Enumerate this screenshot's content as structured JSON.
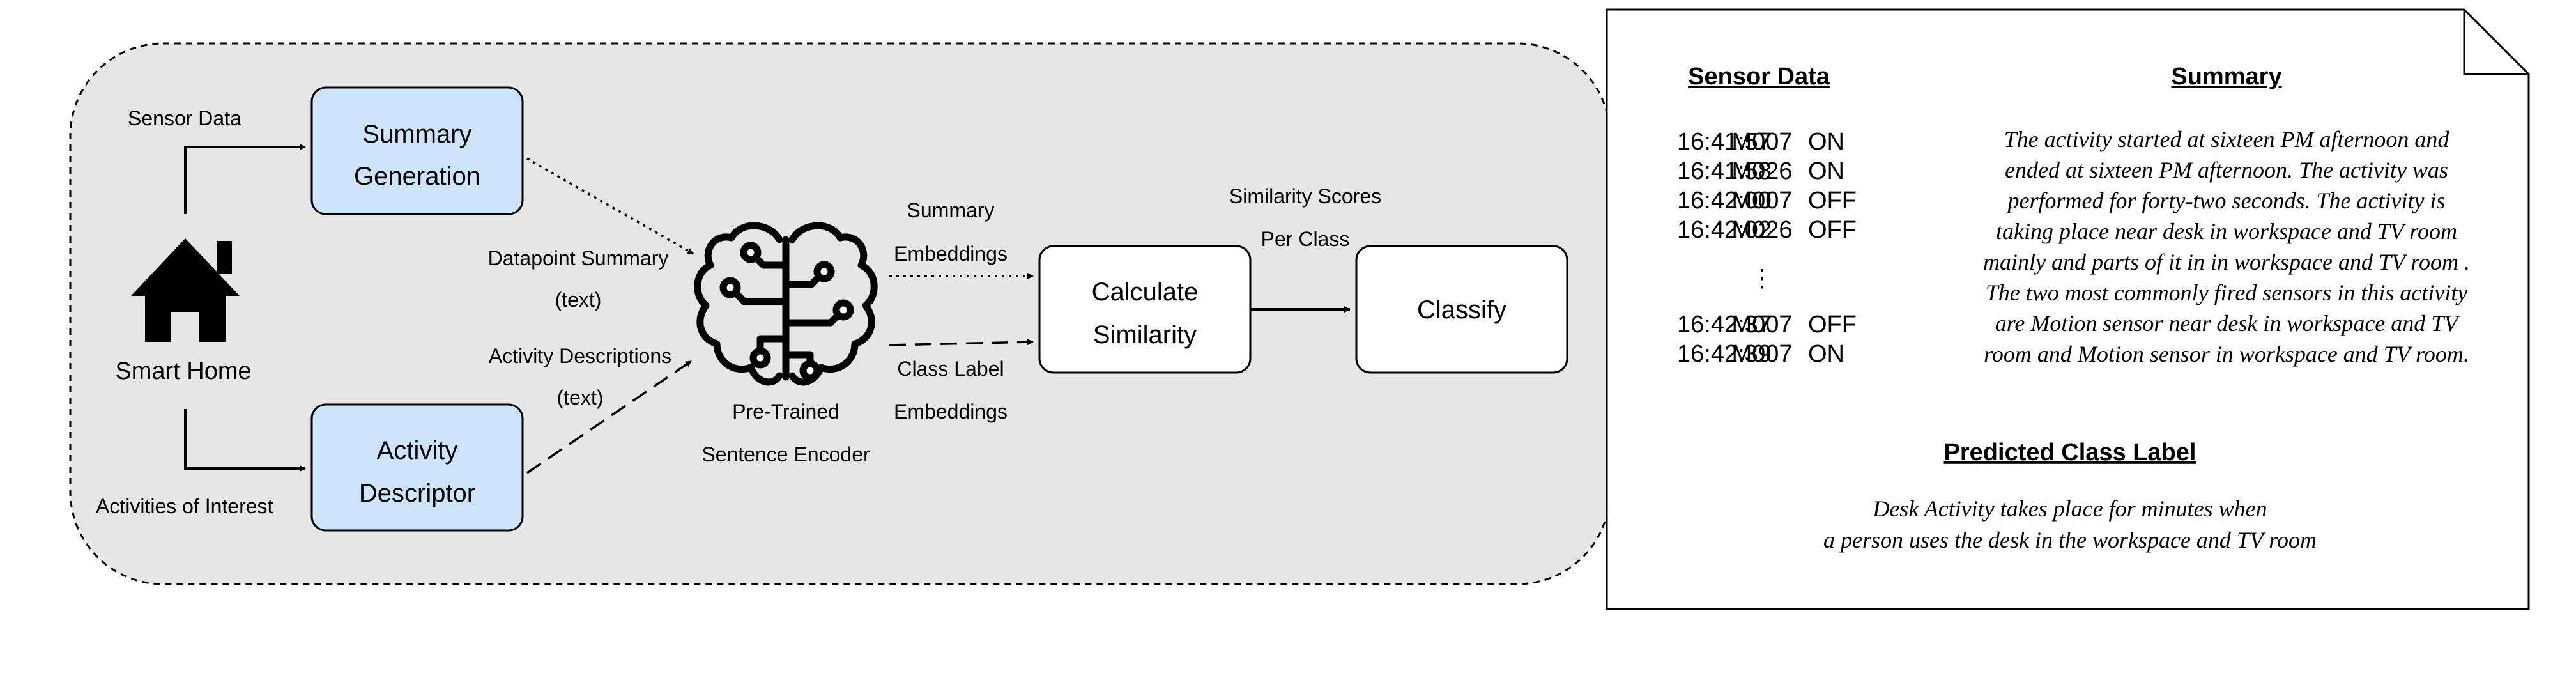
{
  "pipeline": {
    "inputs": {
      "sensor_data_label": "Sensor Data",
      "smart_home_label": "Smart Home",
      "activities_label": "Activities of Interest"
    },
    "summary_generation": {
      "line1": "Summary",
      "line2": "Generation"
    },
    "activity_descriptor": {
      "line1": "Activity",
      "line2": "Descriptor"
    },
    "datapoint_summary": {
      "line1": "Datapoint Summary",
      "line2": "(text)"
    },
    "activity_descriptions": {
      "line1": "Activity Descriptions",
      "line2": "(text)"
    },
    "encoder": {
      "line1": "Pre-Trained",
      "line2": "Sentence Encoder",
      "icon": "brain-circuit-icon"
    },
    "summary_embeddings": {
      "line1": "Summary",
      "line2": "Embeddings"
    },
    "class_label_embeddings": {
      "line1": "Class Label",
      "line2": "Embeddings"
    },
    "calculate_similarity": {
      "line1": "Calculate",
      "line2": "Similarity"
    },
    "similarity_scores": {
      "line1": "Similarity Scores",
      "line2": "Per Class"
    },
    "classify": {
      "label": "Classify"
    }
  },
  "example": {
    "sensor_data_title": "Sensor Data",
    "sensor_rows": [
      {
        "time": "16:41:57",
        "sensor": "M007",
        "state": "ON"
      },
      {
        "time": "16:41:58",
        "sensor": "M026",
        "state": "ON"
      },
      {
        "time": "16:42:00",
        "sensor": "M007",
        "state": "OFF"
      },
      {
        "time": "16:42:02",
        "sensor": "M026",
        "state": "OFF"
      },
      {
        "time": "16:42:37",
        "sensor": "M007",
        "state": "OFF"
      },
      {
        "time": "16:42:39",
        "sensor": "M007",
        "state": "ON"
      }
    ],
    "ellipsis": "⋮",
    "summary_title": "Summary",
    "summary_lines": [
      "The activity started at sixteen PM afternoon and",
      "ended at sixteen PM afternoon. The activity was",
      "performed for forty-two seconds. The activity is",
      "taking place near desk in workspace and TV room",
      "mainly and parts of it in in workspace and TV room .",
      "The two most commonly fired sensors in this activity",
      "are Motion sensor near desk in workspace and TV",
      "room and Motion sensor in workspace and TV room."
    ],
    "predicted_title": "Predicted Class Label",
    "predicted_lines": [
      "Desk Activity takes place for minutes when",
      "a person uses the desk in the workspace and TV room"
    ]
  },
  "colors": {
    "panel_bg": "#e6e6e6",
    "box_fill": "#cce5fb",
    "stroke": "#000000"
  }
}
